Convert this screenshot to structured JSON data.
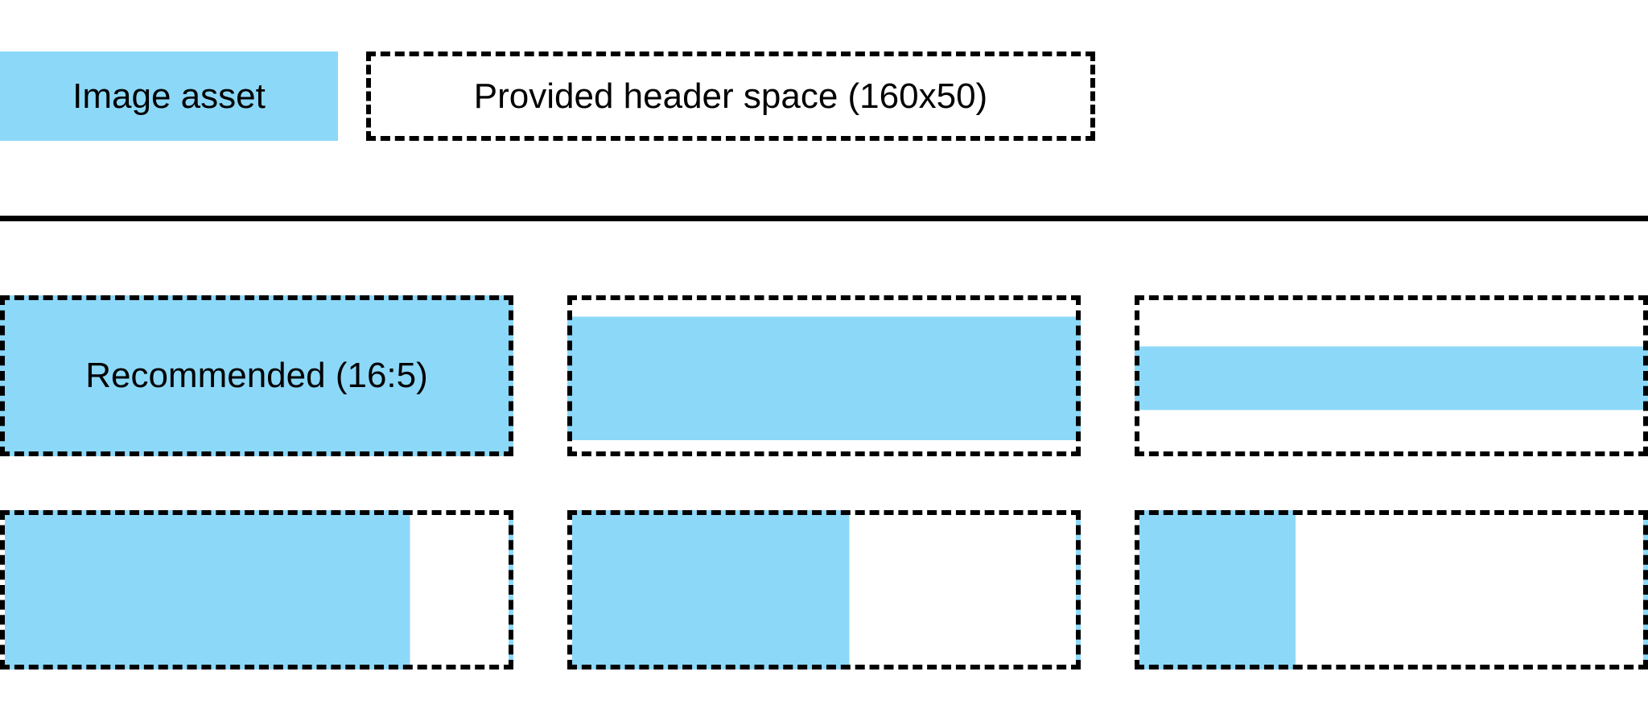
{
  "colors": {
    "asset_blue": "#8CD8F8",
    "line_black": "#000000"
  },
  "legend": {
    "image_asset_label": "Image asset",
    "header_space_label": "Provided header space (160x50)"
  },
  "grid": {
    "rows": [
      {
        "cells": [
          {
            "label": "Recommended (16:5)",
            "fill": {
              "type": "full"
            }
          },
          {
            "fill": {
              "type": "band",
              "top_pct": 11,
              "bottom_pct": 92.5
            }
          },
          {
            "fill": {
              "type": "band",
              "top_pct": 30.5,
              "bottom_pct": 72.5
            }
          }
        ]
      },
      {
        "cells": [
          {
            "fill": {
              "type": "bar",
              "width_pct": 80.4
            }
          },
          {
            "fill": {
              "type": "bar",
              "width_pct": 55
            }
          },
          {
            "fill": {
              "type": "bar",
              "width_pct": 31
            }
          }
        ]
      }
    ]
  }
}
